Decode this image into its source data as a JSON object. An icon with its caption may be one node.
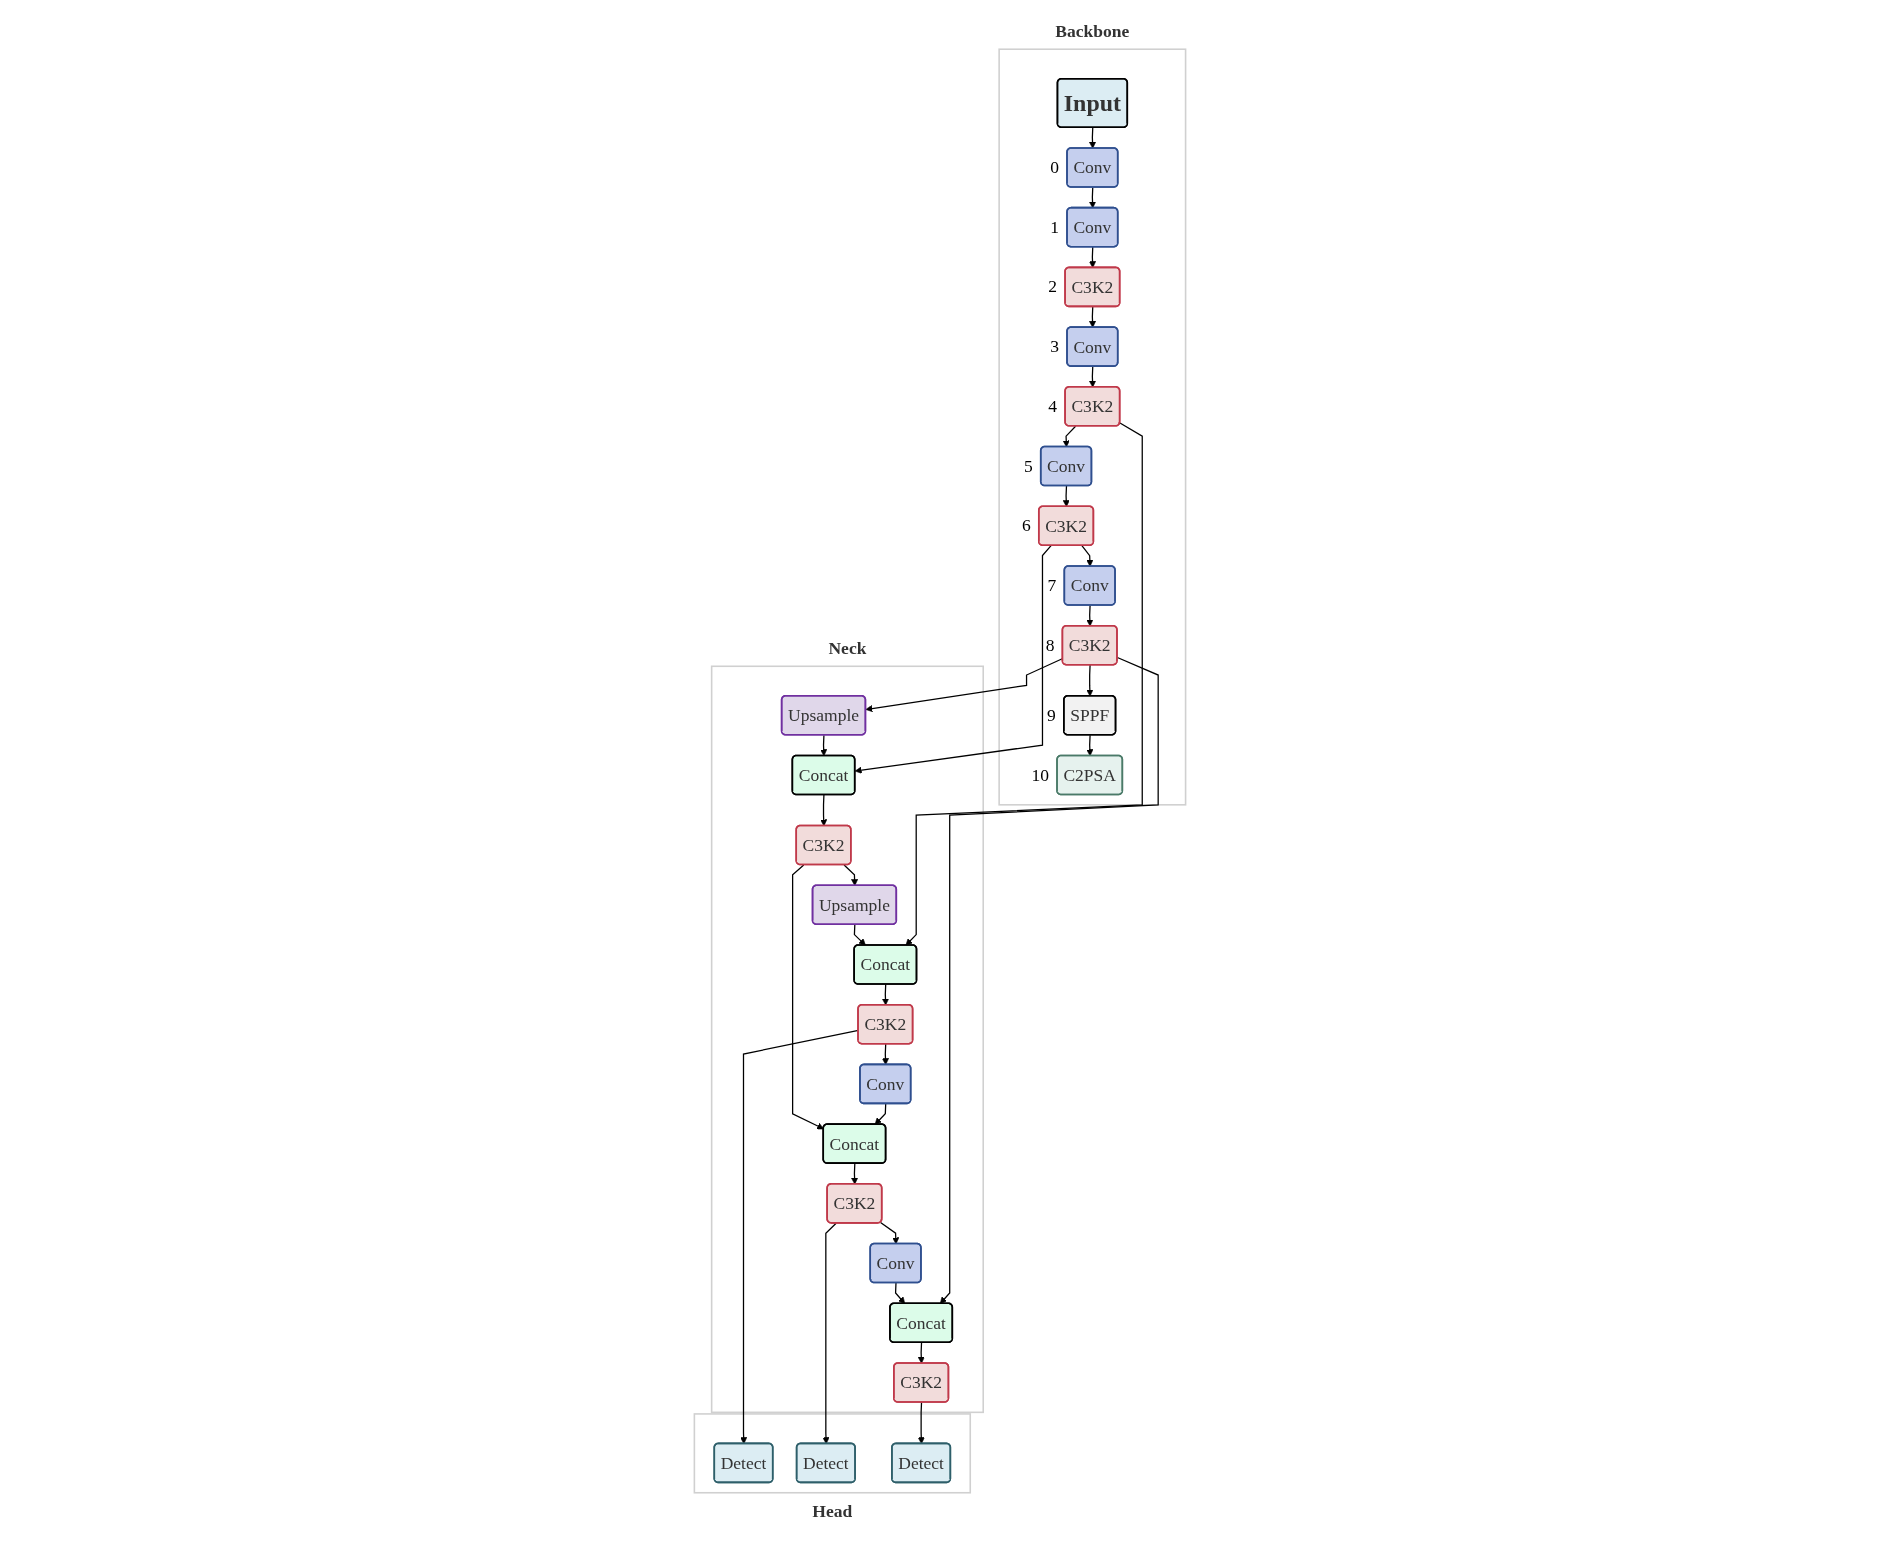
{
  "diagram": {
    "nodes": [
      {
        "text": [
          "Backbone"
        ]
      },
      {
        "text": [
          "Input"
        ],
        "in": 0
      },
      {
        "text": [
          "Conv"
        ],
        "in": 0,
        "beside": [
          "0"
        ]
      },
      {
        "text": [
          "Conv"
        ],
        "in": 0,
        "beside": [
          "1"
        ]
      },
      {
        "text": [
          "C3K2"
        ],
        "in": 0,
        "beside": [
          "2"
        ]
      },
      {
        "text": [
          "Conv"
        ],
        "in": 0,
        "beside": [
          "3"
        ]
      },
      {
        "text": [
          "C3K2"
        ],
        "in": 0,
        "beside": [
          "4"
        ]
      },
      {
        "text": [
          "Conv"
        ],
        "in": 0,
        "beside": [
          "5"
        ]
      },
      {
        "text": [
          "C3K2"
        ],
        "in": 0,
        "beside": [
          "6"
        ]
      },
      {
        "text": [
          "Conv"
        ],
        "in": 0,
        "beside": [
          "7"
        ]
      },
      {
        "text": [
          "C3K2"
        ],
        "in": 0,
        "beside": [
          "8"
        ]
      },
      {
        "text": [
          "SPPF"
        ],
        "in": 0,
        "beside": [
          "9"
        ]
      },
      {
        "text": [
          "C2PSA"
        ],
        "in": 0,
        "beside": [
          "10"
        ]
      },
      {
        "text": [
          "Neck"
        ]
      },
      {
        "text": [
          "C3K2"
        ],
        "in": 13
      },
      {
        "text": [
          "Concat"
        ],
        "in": 13
      },
      {
        "text": [
          "Upsample"
        ],
        "in": 13
      },
      {
        "text": [
          "C3K2"
        ],
        "in": 13
      },
      {
        "text": [
          "Concat"
        ],
        "in": 13
      },
      {
        "text": [
          "Upsample"
        ],
        "in": 13
      },
      {
        "text": [
          "Conv"
        ],
        "in": 13
      },
      {
        "text": [
          "Concat"
        ],
        "in": 13
      },
      {
        "text": [
          "C3K2"
        ],
        "in": 13
      },
      {
        "text": [
          "Conv"
        ],
        "in": 13
      },
      {
        "text": [
          "Concat"
        ],
        "in": 13
      },
      {
        "text": [
          "C3K2"
        ],
        "in": 13
      },
      {
        "text": [
          "Head"
        ]
      },
      {
        "text": [
          "Detect"
        ],
        "in": 26
      },
      {
        "text": [
          "Detect"
        ],
        "in": 26
      },
      {
        "text": [
          "Detect"
        ],
        "in": 26
      }
    ],
    "edges": [
      {
        "from": 1,
        "to": 2,
        "arrow": "to"
      },
      {
        "from": 2,
        "to": 3,
        "arrow": "to"
      },
      {
        "from": 3,
        "to": 4,
        "arrow": "to"
      },
      {
        "from": 4,
        "to": 5,
        "arrow": "to"
      },
      {
        "from": 5,
        "to": 6,
        "arrow": "to"
      },
      {
        "from": 6,
        "to": 7,
        "arrow": "to"
      },
      {
        "from": 7,
        "to": 8,
        "arrow": "to"
      },
      {
        "from": 8,
        "to": 9,
        "arrow": "to"
      },
      {
        "from": 9,
        "to": 10,
        "arrow": "to"
      },
      {
        "from": 10,
        "to": 11,
        "arrow": "to"
      },
      {
        "from": 11,
        "to": 12,
        "arrow": "to"
      },
      {
        "from": 6,
        "to": 15,
        "arrow": "to"
      },
      {
        "from": 8,
        "to": 18,
        "arrow": "to"
      },
      {
        "from": 10,
        "to": 19,
        "arrow": "to"
      },
      {
        "from": 10,
        "to": 24,
        "arrow": "to"
      },
      {
        "from": 19,
        "to": 18,
        "arrow": "to"
      },
      {
        "from": 18,
        "to": 17,
        "arrow": "to"
      },
      {
        "from": 17,
        "to": 16,
        "arrow": "to"
      },
      {
        "from": 16,
        "to": 15,
        "arrow": "to"
      },
      {
        "from": 15,
        "to": 14,
        "arrow": "to"
      },
      {
        "from": 14,
        "to": 27,
        "arrow": "to"
      },
      {
        "from": 14,
        "to": 20,
        "arrow": "to"
      },
      {
        "from": 20,
        "to": 21,
        "arrow": "to"
      },
      {
        "from": 17,
        "to": 21,
        "arrow": "to"
      },
      {
        "from": 21,
        "to": 22,
        "arrow": "to"
      },
      {
        "from": 22,
        "to": 28,
        "arrow": "to"
      },
      {
        "from": 22,
        "to": 23,
        "arrow": "to"
      },
      {
        "from": 23,
        "to": 24,
        "arrow": "to"
      },
      {
        "from": 24,
        "to": 25,
        "arrow": "to"
      },
      {
        "from": 25,
        "to": 29,
        "arrow": "to"
      }
    ]
  }
}
